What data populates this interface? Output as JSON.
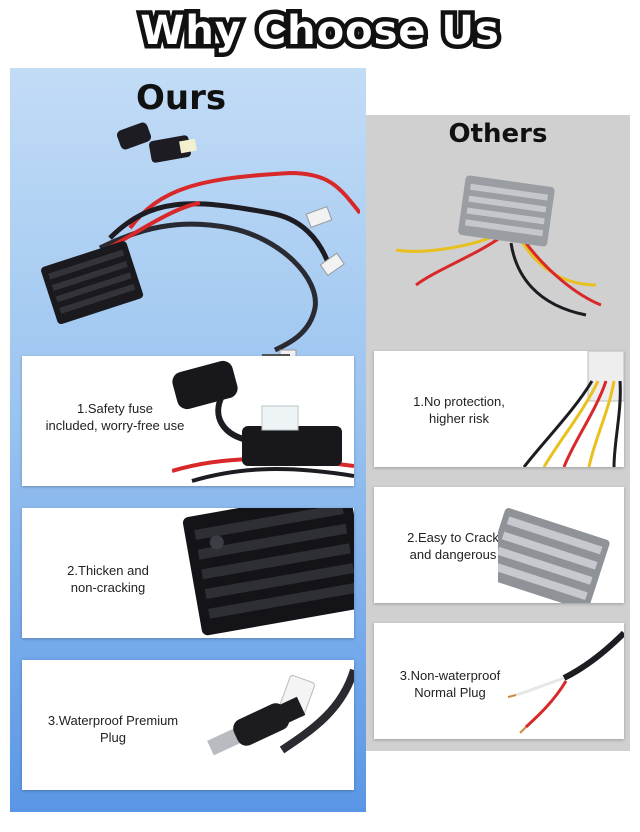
{
  "header": {
    "title": "Why Choose Us"
  },
  "ours": {
    "title": "Ours",
    "features": [
      {
        "label": "1.Safety fuse\nincluded, worry-free use"
      },
      {
        "label": "2.Thicken and\nnon-cracking"
      },
      {
        "label": "3.Waterproof Premium\nPlug"
      }
    ]
  },
  "others": {
    "title": "Others",
    "features": [
      {
        "label": "1.No protection,\nhigher risk"
      },
      {
        "label": "2.Easy to Crack\nand dangerous"
      },
      {
        "label": "3.Non-waterproof\nNormal Plug"
      }
    ]
  },
  "colors": {
    "ours_gradient_top": "#c2dcf6",
    "ours_gradient_bottom": "#5a96e6",
    "others_bg": "#d0d0d0",
    "wire_red": "#d8282a",
    "wire_black": "#1c1c22",
    "wire_yellow": "#e8c020"
  }
}
